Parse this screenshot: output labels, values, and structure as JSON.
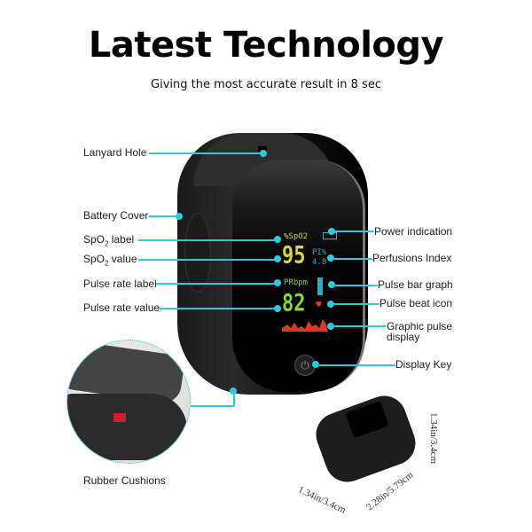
{
  "header": {
    "title": "Latest Technology",
    "subtitle": "Giving the most accurate result in 8 sec"
  },
  "left_callouts": {
    "lanyard_hole": "Lanyard Hole",
    "battery_cover": "Battery Cover",
    "spo2_label_prefix": "SpO",
    "spo2_label_sub": "2",
    "spo2_label_suffix": " label",
    "spo2_value_prefix": "SpO",
    "spo2_value_sub": "2",
    "spo2_value_suffix": " value",
    "pulse_rate_label": "Pulse rate label",
    "pulse_rate_value": "Pulse rate value",
    "rubber_cushions": "Rubber Cushions"
  },
  "right_callouts": {
    "power_indication": "Power indication",
    "perfusions_index": "Perfusions Index",
    "pulse_bar_graph": "Pulse bar graph",
    "pulse_beat_icon": "Pulse beat icon",
    "graphic_pulse_line1": "Graphic pulse",
    "graphic_pulse_line2": "display",
    "display_key": "Display Key"
  },
  "screen": {
    "spo2_label": "%SpO2",
    "spo2_value": "95",
    "pi_label": "PI%",
    "pi_value": "4.8",
    "pr_label": "PRbpm",
    "pr_value": "82",
    "heart_icon": "♥",
    "power_symbol": "⏻"
  },
  "dimensions": {
    "height": "1.34in/3.4cm",
    "length": "2.28in/5.79cm",
    "width": "1.34in/3.4cm"
  },
  "colors": {
    "callout": "#33c6dc",
    "spo2": "#d4d44a",
    "pulse": "#8ccf4a",
    "pi": "#3aa6b8",
    "waveform": "#d23a2a"
  }
}
